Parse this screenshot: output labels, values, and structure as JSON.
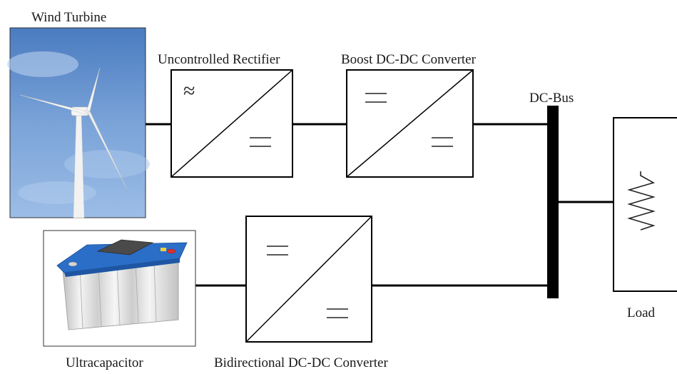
{
  "labels": {
    "wind_turbine": "Wind Turbine",
    "uncontrolled_rectifier": "Uncontrolled Rectifier",
    "boost_converter": "Boost DC-DC Converter",
    "dc_bus": "DC-Bus",
    "load": "Load",
    "ultracapacitor": "Ultracapacitor",
    "bidirectional_converter": "Bidirectional DC-DC Converter"
  },
  "symbols": {
    "ac": "≈",
    "dc": "="
  },
  "colors": {
    "line": "#000000",
    "sky_top": "#4f7fc0",
    "sky_bottom": "#8fb4e0",
    "ucap_body": "#e6e6e6",
    "ucap_top": "#2a6bc4"
  }
}
